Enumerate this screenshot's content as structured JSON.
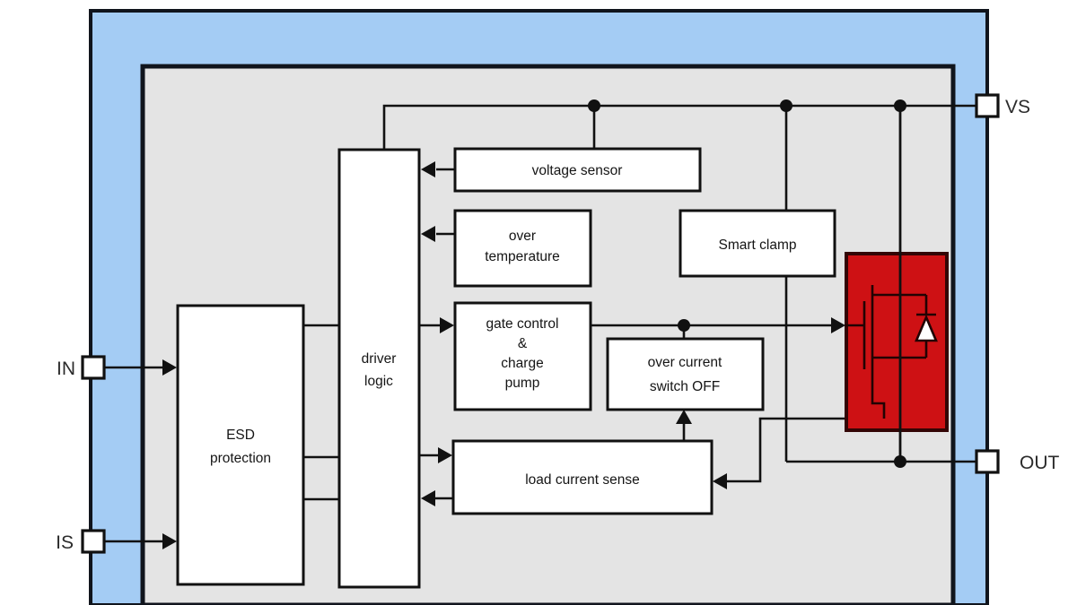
{
  "diagram": {
    "type": "smart-power-switch-block-diagram",
    "colors": {
      "frame_blue": "#a4ccf4",
      "interior_gray": "#e4e4e4",
      "power_fet_red": "#ce1114",
      "power_fet_border": "#330505",
      "line": "#111111",
      "block_fill": "#ffffff"
    },
    "pins": {
      "vs": "VS",
      "out": "OUT",
      "in": "IN",
      "is": "IS"
    },
    "blocks": {
      "esd_protection": {
        "lines": [
          "ESD",
          "protection"
        ]
      },
      "driver_logic": {
        "lines": [
          "driver",
          "logic"
        ]
      },
      "voltage_sensor": {
        "label": "voltage sensor"
      },
      "over_temperature": {
        "lines": [
          "over",
          "temperature"
        ]
      },
      "gate_control_charge_pump": {
        "lines": [
          "gate control",
          "&",
          "charge",
          "pump"
        ]
      },
      "smart_clamp": {
        "label": "Smart clamp"
      },
      "over_current_switch_off": {
        "lines": [
          "over current",
          "switch OFF"
        ]
      },
      "load_current_sense": {
        "label": "load current sense"
      },
      "power_mosfet": {
        "icon": "power-mosfet-with-body-diode-icon"
      }
    }
  }
}
